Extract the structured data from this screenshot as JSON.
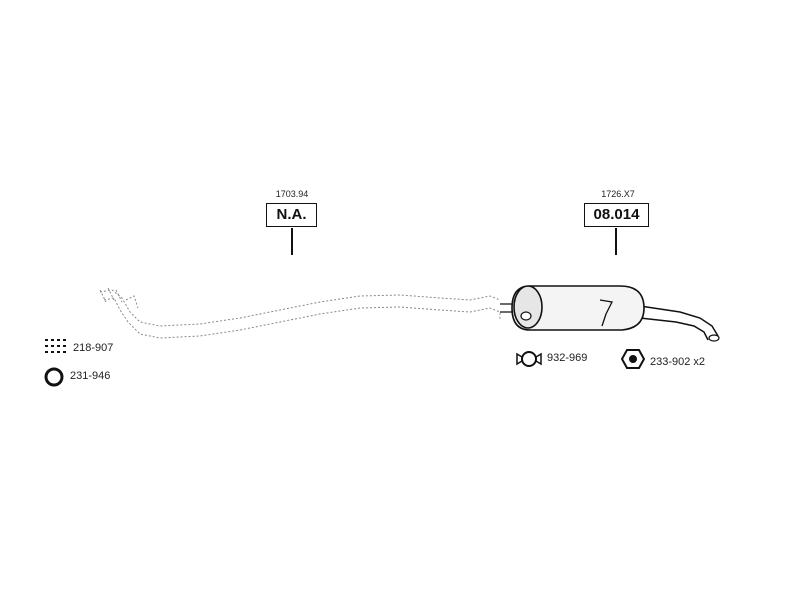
{
  "front_pipe": {
    "part_number": "1703.94",
    "reference": "N.A."
  },
  "rear_silencer": {
    "part_number": "1726.X7",
    "reference": "08.014"
  },
  "fittings_left": [
    {
      "code": "218-907",
      "icon": "mounting-kit-icon"
    },
    {
      "code": "231-946",
      "icon": "gasket-ring-icon"
    }
  ],
  "fittings_right": [
    {
      "code": "932-969",
      "icon": "clamp-icon"
    },
    {
      "code": "233-902 x2",
      "icon": "nut-icon"
    }
  ],
  "colors": {
    "line": "#111111",
    "dashed_pipe": "#777777",
    "silencer_fill": "#f2f2f2"
  }
}
